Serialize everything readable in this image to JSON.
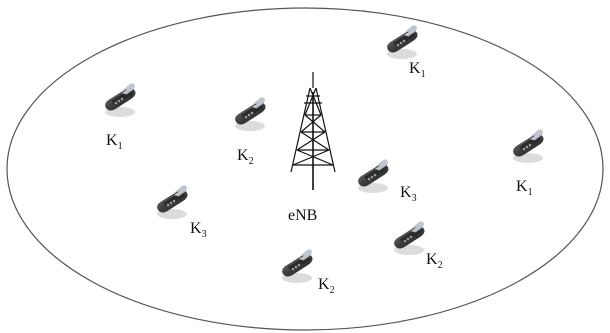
{
  "base_station": {
    "label": "eNB"
  },
  "users": [
    {
      "base": "K",
      "sub": "1"
    },
    {
      "base": "K",
      "sub": "1"
    },
    {
      "base": "K",
      "sub": "2"
    },
    {
      "base": "K",
      "sub": "1"
    },
    {
      "base": "K",
      "sub": "3"
    },
    {
      "base": "K",
      "sub": "3"
    },
    {
      "base": "K",
      "sub": "2"
    },
    {
      "base": "K",
      "sub": "2"
    }
  ],
  "colors": {
    "outline": "#555555",
    "phone_body": "#4a4a4a",
    "phone_screen": "#c9ccd2",
    "tower": "#111111"
  }
}
